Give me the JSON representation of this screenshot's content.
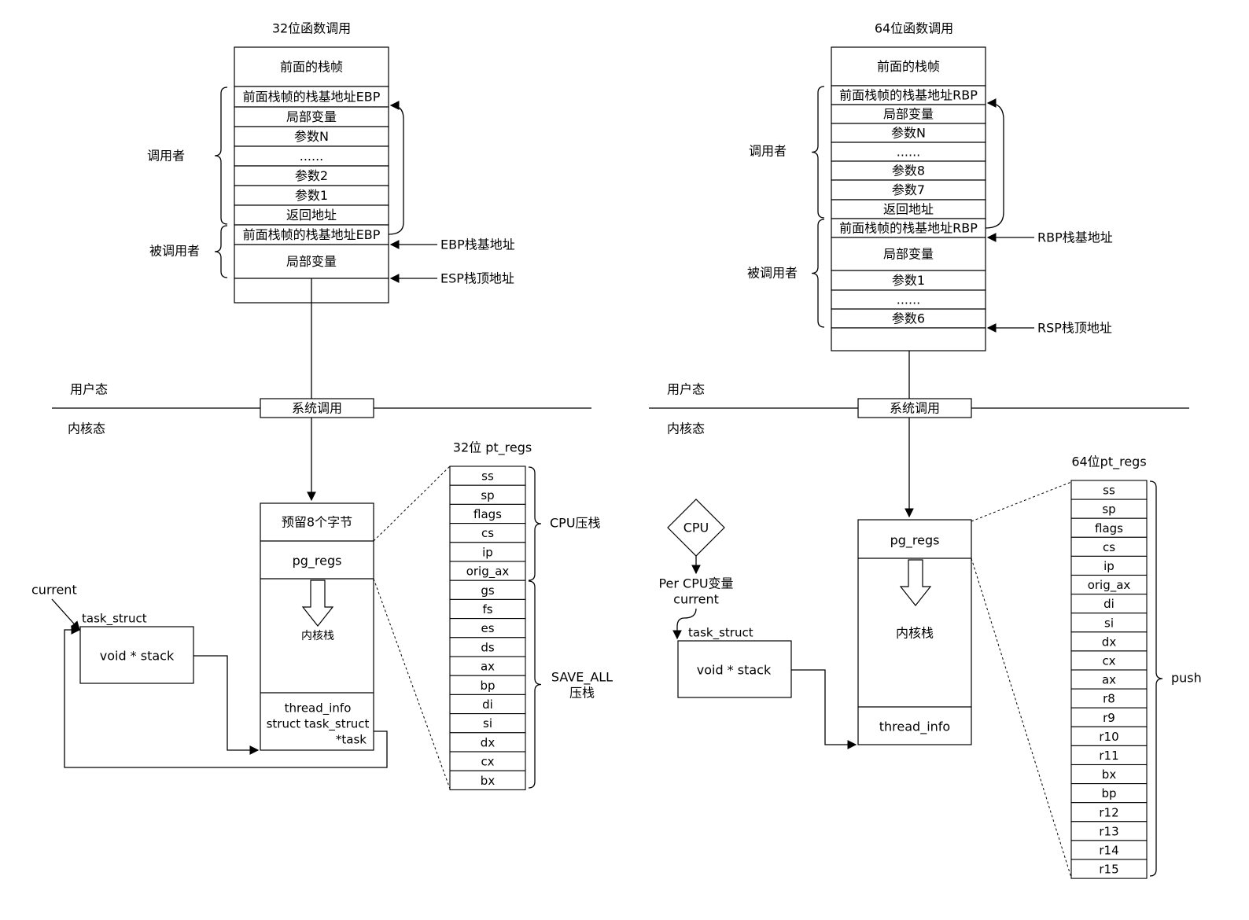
{
  "left": {
    "title": "32位函数调用",
    "frame_rows": [
      "前面的栈帧",
      "前面栈帧的栈基地址EBP",
      "局部变量",
      "参数N",
      "......",
      "参数2",
      "参数1",
      "返回地址",
      "前面栈帧的栈基地址EBP",
      "局部变量",
      ""
    ],
    "caller_label": "调用者",
    "callee_label": "被调用者",
    "base_ptr_label": "EBP栈基地址",
    "stack_ptr_label": "ESP栈顶地址",
    "user_mode": "用户态",
    "kernel_mode": "内核态",
    "syscall": "系统调用",
    "kstack_reserve": "预留8个字节",
    "kstack_regs": "pg_regs",
    "kstack_label": "内核栈",
    "thread_info_lines": [
      "thread_info",
      "struct task_struct",
      "*task"
    ],
    "pt_regs_title": "32位 pt_regs",
    "pt_regs": [
      "ss",
      "sp",
      "flags",
      "cs",
      "ip",
      "orig_ax",
      "gs",
      "fs",
      "es",
      "ds",
      "ax",
      "bp",
      "di",
      "si",
      "dx",
      "cx",
      "bx"
    ],
    "cpu_push_label": "CPU压栈",
    "save_all_lines": [
      "SAVE_ALL",
      "压栈"
    ],
    "current_label": "current",
    "task_struct_label": "task_struct",
    "void_stack_label": "void * stack"
  },
  "right": {
    "title": "64位函数调用",
    "frame_rows": [
      "前面的栈帧",
      "前面栈帧的栈基地址RBP",
      "局部变量",
      "参数N",
      "......",
      "参数8",
      "参数7",
      "返回地址",
      "前面栈帧的栈基地址RBP",
      "局部变量",
      "参数1",
      "......",
      "参数6",
      ""
    ],
    "caller_label": "调用者",
    "callee_label": "被调用者",
    "base_ptr_label": "RBP栈基地址",
    "stack_ptr_label": "RSP栈顶地址",
    "user_mode": "用户态",
    "kernel_mode": "内核态",
    "syscall": "系统调用",
    "kstack_regs": "pg_regs",
    "kstack_label": "内核栈",
    "thread_info": "thread_info",
    "pt_regs_title": "64位pt_regs",
    "pt_regs": [
      "ss",
      "sp",
      "flags",
      "cs",
      "ip",
      "orig_ax",
      "di",
      "si",
      "dx",
      "cx",
      "ax",
      "r8",
      "r9",
      "r10",
      "r11",
      "bx",
      "bp",
      "r12",
      "r13",
      "r14",
      "r15"
    ],
    "push_label": "push",
    "cpu_label": "CPU",
    "per_cpu_lines": [
      "Per CPU变量",
      "current"
    ],
    "task_struct_label": "task_struct",
    "void_stack_label": "void * stack"
  }
}
